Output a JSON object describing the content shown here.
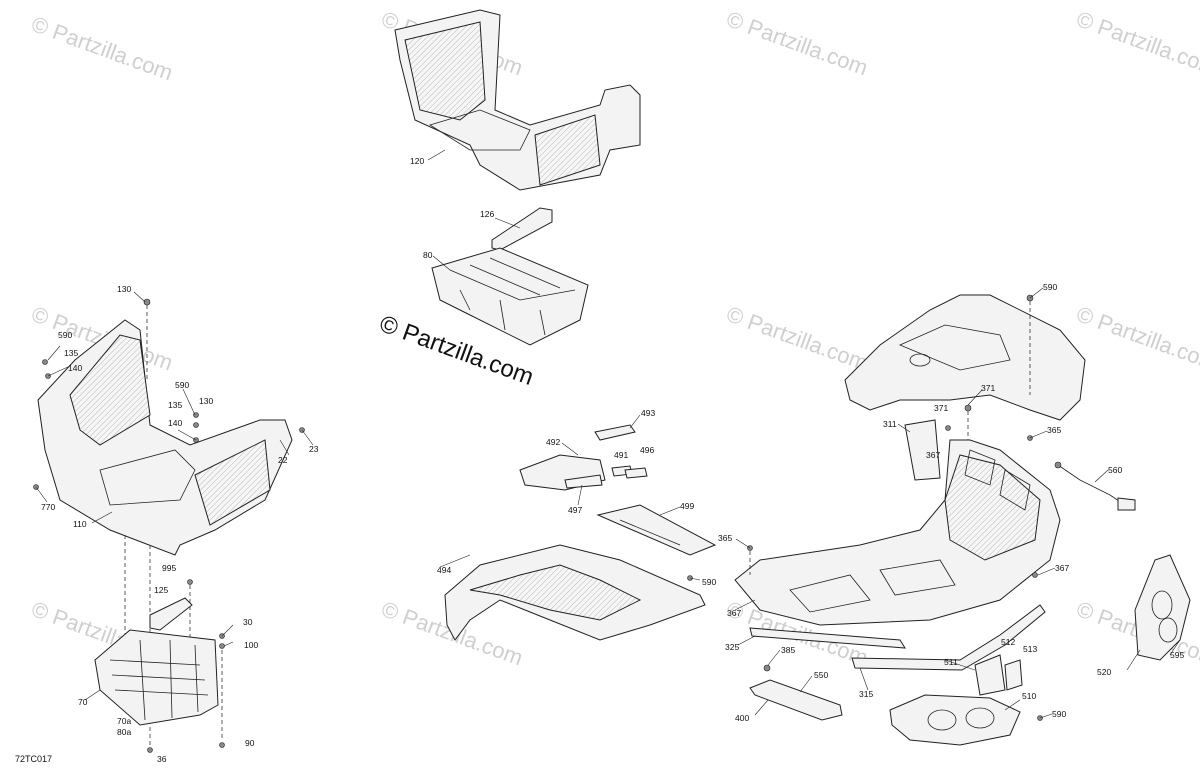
{
  "diagram": {
    "code": "72TC017",
    "watermark_main": "© Partzilla.com",
    "watermark_tile": "© Partzilla.com",
    "labels": {
      "120": "120",
      "126": "126",
      "80": "80",
      "130a": "130",
      "590a": "590",
      "135a": "135",
      "140a": "140",
      "590b": "590",
      "135b": "135",
      "130b": "130",
      "140b": "140",
      "22": "22",
      "23": "23",
      "770": "770",
      "110": "110",
      "995": "995",
      "125": "125",
      "30": "30",
      "100": "100",
      "70": "70",
      "70a": "70a",
      "80a": "80a",
      "36": "36",
      "90": "90",
      "493": "493",
      "492": "492",
      "491": "491",
      "496": "496",
      "497": "497",
      "499": "499",
      "494": "494",
      "590c": "590",
      "365a": "365",
      "367a": "367",
      "590d": "590",
      "371a": "371",
      "371b": "371",
      "311": "311",
      "367b": "367",
      "365b": "365",
      "560": "560",
      "367c": "367",
      "325": "325",
      "385": "385",
      "550": "550",
      "400": "400",
      "315": "315",
      "511": "511",
      "512": "512",
      "513": "513",
      "510": "510",
      "590e": "590",
      "520": "520",
      "595": "595"
    }
  }
}
